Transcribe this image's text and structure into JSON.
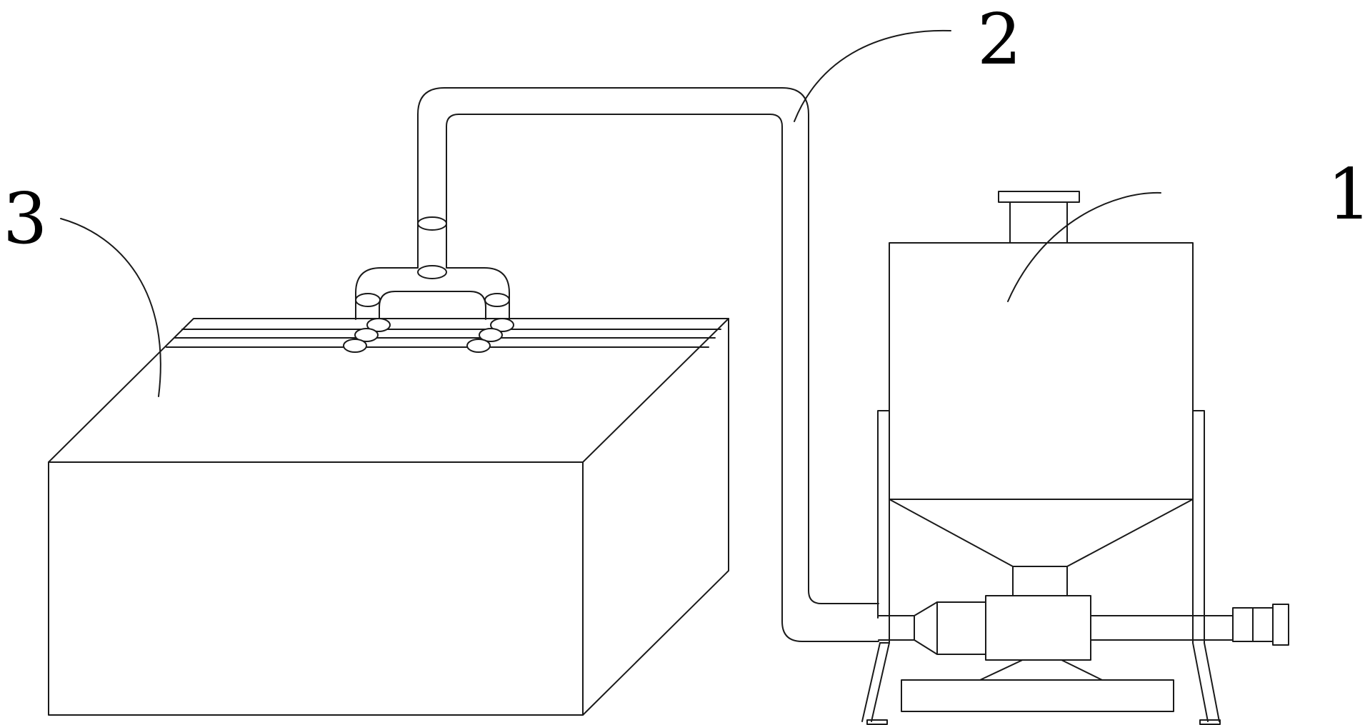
{
  "labels": {
    "part_1": "1",
    "part_2": "2",
    "part_3": "3"
  }
}
